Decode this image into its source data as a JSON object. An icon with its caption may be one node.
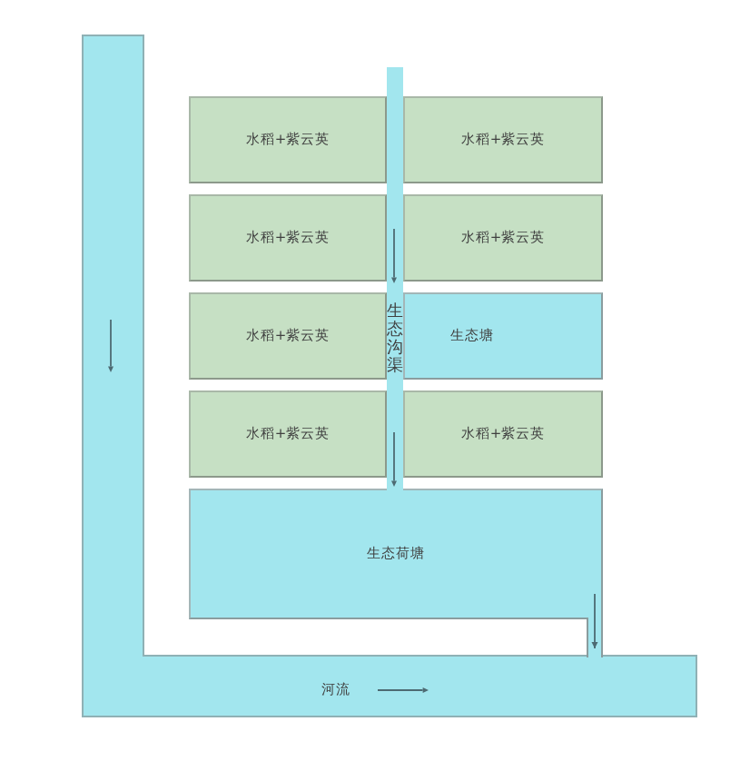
{
  "diagram": {
    "nodes": [
      {
        "text": [
          "河流"
        ]
      },
      {
        "text": [
          "生态沟渠"
        ]
      },
      {
        "text": [
          "水稻+紫云英"
        ]
      },
      {
        "text": [
          "水稻+紫云英"
        ]
      },
      {
        "text": [
          "水稻+紫云英"
        ]
      },
      {
        "text": [
          "水稻+紫云英"
        ]
      },
      {
        "text": [
          "水稻+紫云英"
        ]
      },
      {
        "text": [
          "生态塘"
        ]
      },
      {
        "text": [
          "水稻+紫云英"
        ]
      },
      {
        "text": [
          "水稻+紫云英"
        ]
      },
      {
        "text": [
          "生态荷塘"
        ]
      },
      {
        "text": [],
        "shape": "bar"
      }
    ],
    "edges": [
      {
        "from": 10,
        "to": 11,
        "arrow": "to"
      }
    ]
  }
}
